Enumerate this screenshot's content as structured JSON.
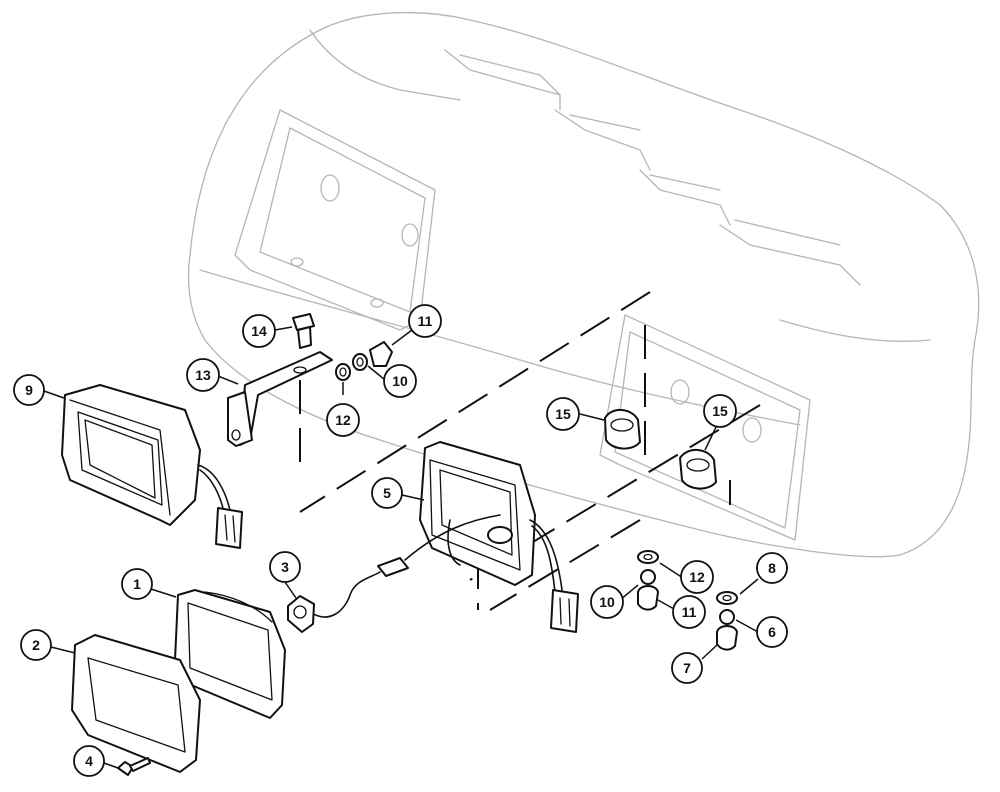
{
  "callouts": [
    {
      "id": "c1",
      "label": "1"
    },
    {
      "id": "c2",
      "label": "2"
    },
    {
      "id": "c3",
      "label": "3"
    },
    {
      "id": "c4",
      "label": "4"
    },
    {
      "id": "c5",
      "label": "5"
    },
    {
      "id": "c6",
      "label": "6"
    },
    {
      "id": "c7",
      "label": "7"
    },
    {
      "id": "c8",
      "label": "8"
    },
    {
      "id": "c9",
      "label": "9"
    },
    {
      "id": "c10a",
      "label": "10"
    },
    {
      "id": "c10b",
      "label": "10"
    },
    {
      "id": "c11a",
      "label": "11"
    },
    {
      "id": "c11b",
      "label": "11"
    },
    {
      "id": "c12a",
      "label": "12"
    },
    {
      "id": "c12b",
      "label": "12"
    },
    {
      "id": "c13",
      "label": "13"
    },
    {
      "id": "c14",
      "label": "14"
    },
    {
      "id": "c15a",
      "label": "15"
    },
    {
      "id": "c15b",
      "label": "15"
    }
  ]
}
